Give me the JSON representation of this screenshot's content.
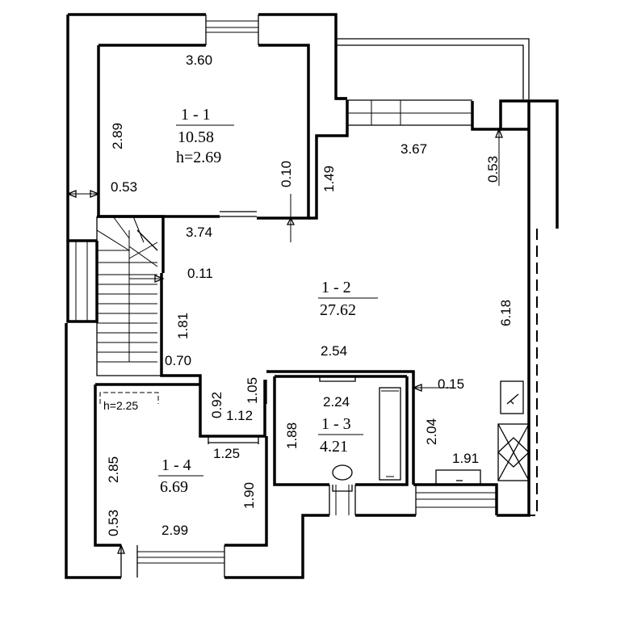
{
  "rooms": [
    {
      "id": "1 - 1",
      "area": "10.58",
      "height": "h=2.69"
    },
    {
      "id": "1 - 2",
      "area": "27.62"
    },
    {
      "id": "1 - 3",
      "area": "4.21"
    },
    {
      "id": "1 - 4",
      "area": "6.69",
      "height": "h=2.25"
    }
  ],
  "dimensions": {
    "d360": "3.60",
    "d289": "2.89",
    "d053a": "0.53",
    "d010": "0.10",
    "d149": "1.49",
    "d367": "3.67",
    "d053b": "0.53",
    "d374": "3.74",
    "d011": "0.11",
    "d181": "1.81",
    "d070": "0.70",
    "d618": "6.18",
    "d254": "2.54",
    "d105": "1.05",
    "d092": "0.92",
    "d112": "1.12",
    "d188": "1.88",
    "d224": "2.24",
    "d204": "2.04",
    "d015": "0.15",
    "d191": "1.91",
    "d125": "1.25",
    "d285": "2.85",
    "d190": "1.90",
    "d053c": "0.53",
    "d299": "2.99"
  }
}
